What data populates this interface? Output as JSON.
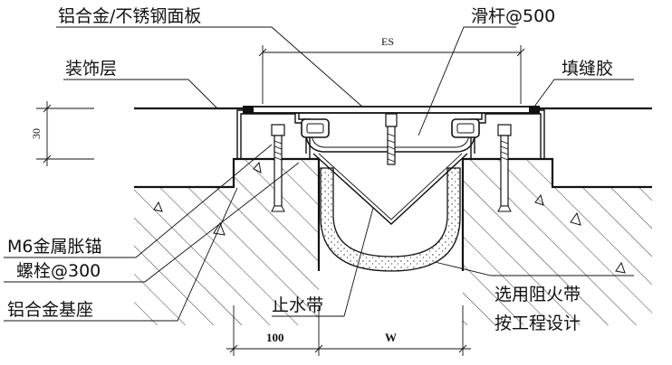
{
  "labels": {
    "panel": "铝合金/不锈钢面板",
    "slide_rod": "滑杆@500",
    "finish_layer": "装饰层",
    "sealant": "填缝胶",
    "anchor_line1": "M6金属胀锚",
    "anchor_line2": "螺栓@300",
    "base": "铝合金基座",
    "waterstop": "止水带",
    "fire_line1": "选用阻火带",
    "fire_line2": "按工程设计"
  },
  "dimensions": {
    "es": "ES",
    "thickness": "30",
    "left_width": "100",
    "gap": "W"
  }
}
